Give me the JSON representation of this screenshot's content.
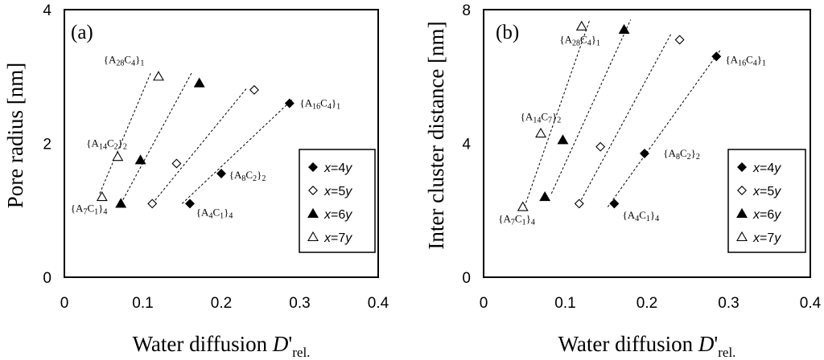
{
  "chart_data": [
    {
      "type": "scatter",
      "panel_label": "(a)",
      "xlabel": "Water diffusion D'rel.",
      "ylabel": "Pore radius [nm]",
      "xlim": [
        0,
        0.4
      ],
      "ylim": [
        0,
        4
      ],
      "xticks": [
        "0",
        "0.1",
        "0.2",
        "0.3",
        "0.4"
      ],
      "yticks": [
        "0",
        "2",
        "4"
      ],
      "legend_position": "bottom-right",
      "series": [
        {
          "name": "x=4y",
          "marker": "diamond-filled",
          "points": [
            [
              0.16,
              1.1
            ],
            [
              0.2,
              1.55
            ],
            [
              0.287,
              2.6
            ]
          ],
          "fit": [
            [
              0.15,
              1.1
            ],
            [
              0.29,
              2.65
            ]
          ]
        },
        {
          "name": "x=5y",
          "marker": "diamond-open",
          "points": [
            [
              0.112,
              1.1
            ],
            [
              0.143,
              1.7
            ],
            [
              0.242,
              2.8
            ]
          ],
          "fit": [
            [
              0.112,
              1.1
            ],
            [
              0.232,
              2.82
            ]
          ]
        },
        {
          "name": "x=6y",
          "marker": "triangle-filled",
          "points": [
            [
              0.072,
              1.1
            ],
            [
              0.097,
              1.75
            ],
            [
              0.172,
              2.9
            ]
          ],
          "fit": [
            [
              0.072,
              1.1
            ],
            [
              0.162,
              3.05
            ]
          ]
        },
        {
          "name": "x=7y",
          "marker": "triangle-open",
          "points": [
            [
              0.048,
              1.2
            ],
            [
              0.068,
              1.8
            ],
            [
              0.12,
              3.0
            ]
          ],
          "fit": [
            [
              0.045,
              1.25
            ],
            [
              0.11,
              3.05
            ]
          ]
        }
      ],
      "annotations": [
        {
          "base": "{A",
          "s1": "28",
          "mid": "C",
          "s2": "4",
          "close": "}",
          "s3": "1",
          "x": 0.05,
          "y": 3.2
        },
        {
          "base": "{A",
          "s1": "16",
          "mid": "C",
          "s2": "4",
          "close": "}",
          "s3": "1",
          "x": 0.3,
          "y": 2.55
        },
        {
          "base": "{A",
          "s1": "14",
          "mid": "C",
          "s2": "2",
          "close": "}",
          "s3": "2",
          "x": 0.028,
          "y": 1.95
        },
        {
          "base": "{A",
          "s1": "8",
          "mid": "C",
          "s2": "2",
          "close": "}",
          "s3": "2",
          "x": 0.21,
          "y": 1.48
        },
        {
          "base": "{A",
          "s1": "7",
          "mid": "C",
          "s2": "1",
          "close": "}",
          "s3": "4",
          "x": 0.008,
          "y": 0.98
        },
        {
          "base": "{A",
          "s1": "4",
          "mid": "C",
          "s2": "1",
          "close": "}",
          "s3": "4",
          "x": 0.168,
          "y": 0.92
        }
      ]
    },
    {
      "type": "scatter",
      "panel_label": "(b)",
      "xlabel": "Water diffusion D'rel.",
      "ylabel": "Inter cluster distance [nm]",
      "xlim": [
        0,
        0.4
      ],
      "ylim": [
        0,
        8
      ],
      "xticks": [
        "0",
        "0.1",
        "0.2",
        "0.3",
        "0.4"
      ],
      "yticks": [
        "0",
        "4",
        "8"
      ],
      "legend_position": "bottom-right",
      "series": [
        {
          "name": "x=4y",
          "marker": "diamond-filled",
          "points": [
            [
              0.16,
              2.2
            ],
            [
              0.197,
              3.7
            ],
            [
              0.285,
              6.6
            ]
          ],
          "fit": [
            [
              0.152,
              2.1
            ],
            [
              0.29,
              6.8
            ]
          ]
        },
        {
          "name": "x=5y",
          "marker": "diamond-open",
          "points": [
            [
              0.117,
              2.2
            ],
            [
              0.143,
              3.9
            ],
            [
              0.24,
              7.1
            ]
          ],
          "fit": [
            [
              0.117,
              2.2
            ],
            [
              0.23,
              7.3
            ]
          ]
        },
        {
          "name": "x=6y",
          "marker": "triangle-filled",
          "points": [
            [
              0.075,
              2.4
            ],
            [
              0.097,
              4.1
            ],
            [
              0.172,
              7.4
            ]
          ],
          "fit": [
            [
              0.083,
              2.5
            ],
            [
              0.18,
              7.7
            ]
          ]
        },
        {
          "name": "x=7y",
          "marker": "triangle-open",
          "points": [
            [
              0.048,
              2.1
            ],
            [
              0.07,
              4.3
            ],
            [
              0.12,
              7.5
            ]
          ],
          "fit": [
            [
              0.05,
              2.1
            ],
            [
              0.13,
              7.7
            ]
          ]
        }
      ],
      "annotations": [
        {
          "base": "{A",
          "s1": "28",
          "mid": "C",
          "s2": "4",
          "close": "}",
          "s3": "1",
          "x": 0.093,
          "y": 7.0
        },
        {
          "base": "{A",
          "s1": "16",
          "mid": "C",
          "s2": "4",
          "close": "}",
          "s3": "1",
          "x": 0.296,
          "y": 6.4
        },
        {
          "base": "{A",
          "s1": "14",
          "mid": "C",
          "s2": "7",
          "close": "}",
          "s3": "2",
          "x": 0.045,
          "y": 4.7
        },
        {
          "base": "{A",
          "s1": "8",
          "mid": "C",
          "s2": "2",
          "close": "}",
          "s3": "2",
          "x": 0.22,
          "y": 3.6
        },
        {
          "base": "{A",
          "s1": "7",
          "mid": "C",
          "s2": "1",
          "close": "}",
          "s3": "4",
          "x": 0.018,
          "y": 1.65
        },
        {
          "base": "{A",
          "s1": "4",
          "mid": "C",
          "s2": "1",
          "close": "}",
          "s3": "4",
          "x": 0.17,
          "y": 1.75
        }
      ]
    }
  ]
}
